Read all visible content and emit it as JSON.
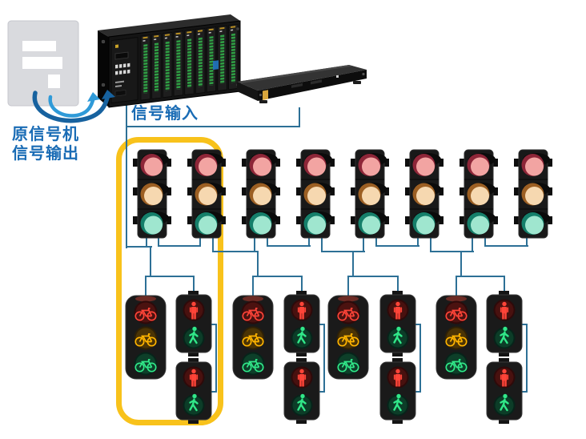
{
  "diagram": {
    "labels": {
      "signal_input": "信号输入",
      "legacy_output_line1": "原信号机",
      "legacy_output_line2": "信号输出"
    },
    "devices": [
      {
        "name": "legacy-signal-cabinet-icon",
        "description": "gray cabinet silhouette"
      },
      {
        "name": "signal-controller-rack",
        "description": "black card-cage controller with green terminal cards"
      },
      {
        "name": "rack-mount-converter",
        "description": "black 1U rack unit with yellow stripe"
      },
      {
        "name": "signal-flow-arrows-icon",
        "description": "two blue curved arrows pointing to controller"
      }
    ],
    "vehicle_signals": {
      "count": 8,
      "lenses": [
        "red",
        "yellow",
        "green"
      ]
    },
    "signal_groups": [
      {
        "bicycle_signal": {
          "lenses": [
            "red-bicycle",
            "yellow-bicycle",
            "green-bicycle"
          ]
        },
        "pedestrian_signals": [
          {
            "lenses": [
              "red-standing-man",
              "green-walking-man"
            ]
          },
          {
            "lenses": [
              "red-standing-man",
              "green-walking-man"
            ]
          }
        ]
      },
      {
        "bicycle_signal": {
          "lenses": [
            "red-bicycle",
            "yellow-bicycle",
            "green-bicycle"
          ]
        },
        "pedestrian_signals": [
          {
            "lenses": [
              "red-standing-man",
              "green-walking-man"
            ]
          },
          {
            "lenses": [
              "red-standing-man",
              "green-walking-man"
            ]
          }
        ]
      },
      {
        "bicycle_signal": {
          "lenses": [
            "red-bicycle",
            "yellow-bicycle",
            "green-bicycle"
          ]
        },
        "pedestrian_signals": [
          {
            "lenses": [
              "red-standing-man",
              "green-walking-man"
            ]
          },
          {
            "lenses": [
              "red-standing-man",
              "green-walking-man"
            ]
          }
        ]
      },
      {
        "bicycle_signal": {
          "lenses": [
            "red-bicycle",
            "yellow-bicycle",
            "green-bicycle"
          ]
        },
        "pedestrian_signals": [
          {
            "lenses": [
              "red-standing-man",
              "green-walking-man"
            ]
          },
          {
            "lenses": [
              "red-standing-man",
              "green-walking-man"
            ]
          }
        ]
      }
    ],
    "highlight_frame": {
      "color": "#f8c21b",
      "encloses": "first two vehicle signals and signal group 1"
    },
    "colors": {
      "wire": "#2d7096",
      "label_text": "#1a6cb5",
      "arrow_outer": "#17629f",
      "arrow_inner": "#2f9ad8",
      "red_lit": "#ff4438",
      "yellow_lit": "#ffb400",
      "green_lit": "#31e889"
    }
  }
}
